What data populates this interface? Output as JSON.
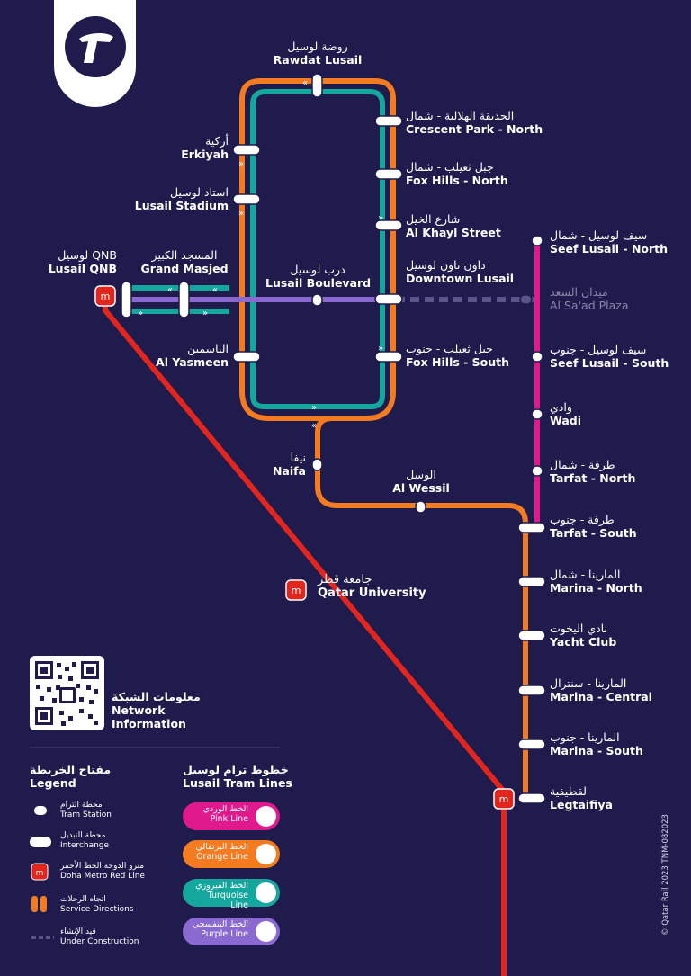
{
  "colors": {
    "background": "#1f1b4d",
    "orange": "#f47b20",
    "turquoise": "#14a79d",
    "pink": "#e0198d",
    "purple": "#8a6ad0",
    "red_line": "#e2261d",
    "station": "#ffffff"
  },
  "logo": {
    "icon": "lusail-tram-logo"
  },
  "stations": {
    "rawdat_lusail": {
      "ar": "روضة لوسيل",
      "en": "Rawdat Lusail"
    },
    "erkiyah": {
      "ar": "أركية",
      "en": "Erkiyah"
    },
    "lusail_stadium": {
      "ar": "استاد لوسيل",
      "en": "Lusail Stadium"
    },
    "grand_masjed": {
      "ar": "المسجد الكبير",
      "en": "Grand Masjed"
    },
    "lusail_boulevard": {
      "ar": "درب لوسيل",
      "en": "Lusail Boulevard"
    },
    "al_yasmeen": {
      "ar": "الياسمين",
      "en": "Al Yasmeen"
    },
    "crescent_park_north": {
      "ar": "الحديقة الهلالية - شمال",
      "en": "Crescent Park - North"
    },
    "fox_hills_north": {
      "ar": "جبل ثعيلب - شمال",
      "en": "Fox Hills - North"
    },
    "al_khayl_street": {
      "ar": "شارع الخيل",
      "en": "Al Khayl Street"
    },
    "downtown_lusail": {
      "ar": "داون تاون لوسيل",
      "en": "Downtown Lusail"
    },
    "fox_hills_south": {
      "ar": "جبل ثعيلب - جنوب",
      "en": "Fox Hills - South"
    },
    "naifa": {
      "ar": "نيفا",
      "en": "Naifa"
    },
    "al_wessil": {
      "ar": "الوسل",
      "en": "Al Wessil"
    },
    "seef_lusail_north": {
      "ar": "سيف لوسيل - شمال",
      "en": "Seef Lusail - North"
    },
    "al_saad_plaza": {
      "ar": "ميدان السعد",
      "en": "Al Sa'ad Plaza"
    },
    "seef_lusail_south": {
      "ar": "سيف لوسيل - جنوب",
      "en": "Seef Lusail - South"
    },
    "wadi": {
      "ar": "وادي",
      "en": "Wadi"
    },
    "tarfat_north": {
      "ar": "طرفة - شمال",
      "en": "Tarfat - North"
    },
    "tarfat_south": {
      "ar": "طرفة - جنوب",
      "en": "Tarfat - South"
    },
    "marina_north": {
      "ar": "المارينا - شمال",
      "en": "Marina - North"
    },
    "yacht_club": {
      "ar": "نادي اليخوت",
      "en": "Yacht Club"
    },
    "marina_central": {
      "ar": "المارينا - سنترال",
      "en": "Marina - Central"
    },
    "marina_south": {
      "ar": "المارينا - جنوب",
      "en": "Marina - South"
    },
    "legtaifiya": {
      "ar": "لقطيفية",
      "en": "Legtaifiya"
    },
    "lusail_qnb": {
      "ar": "لوسيل QNB",
      "en": "Lusail QNB"
    },
    "qatar_university": {
      "ar": "جامعة قطر",
      "en": "Qatar University"
    }
  },
  "network_info": {
    "ar": "معلومات الشبكة",
    "en1": "Network",
    "en2": "Information"
  },
  "legend": {
    "title_ar": "مفتاح الخريطة",
    "title_en": "Legend",
    "items": [
      {
        "ar": "محطة الترام",
        "en": "Tram Station"
      },
      {
        "ar": "محطة التبديل",
        "en": "Interchange"
      },
      {
        "ar": "مترو الدوحة الخط الأحمر",
        "en": "Doha Metro Red Line"
      },
      {
        "ar": "اتجاه الرحلات",
        "en": "Service Directions"
      },
      {
        "ar": "قيد الإنشاء",
        "en": "Under Construction"
      }
    ]
  },
  "tram_lines": {
    "title_ar": "خطوط ترام لوسيل",
    "title_en": "Lusail Tram Lines",
    "items": [
      {
        "ar": "الخط الوردي",
        "en": "Pink Line",
        "color": "#e0198d"
      },
      {
        "ar": "الخط البرتقالي",
        "en": "Orange Line",
        "color": "#f47b20"
      },
      {
        "ar": "الخط الفيروزي",
        "en": "Turquoise Line",
        "color": "#14a79d"
      },
      {
        "ar": "الخط البنفسجي",
        "en": "Purple Line",
        "color": "#8a6ad0"
      }
    ]
  },
  "footer": {
    "copyright": "© Qatar Rail 2023   TNM-082023"
  }
}
